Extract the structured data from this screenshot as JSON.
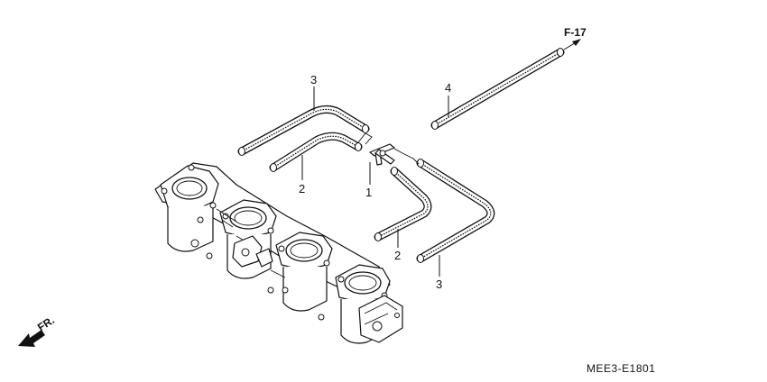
{
  "diagram": {
    "callouts": {
      "part_1": "1",
      "part_2_upper": "2",
      "part_2_lower": "2",
      "part_3_upper": "3",
      "part_3_lower": "3",
      "part_4": "4"
    },
    "reference": "F-17",
    "front_marker": "FR.",
    "drawing_code": "MEE3-E1801"
  }
}
